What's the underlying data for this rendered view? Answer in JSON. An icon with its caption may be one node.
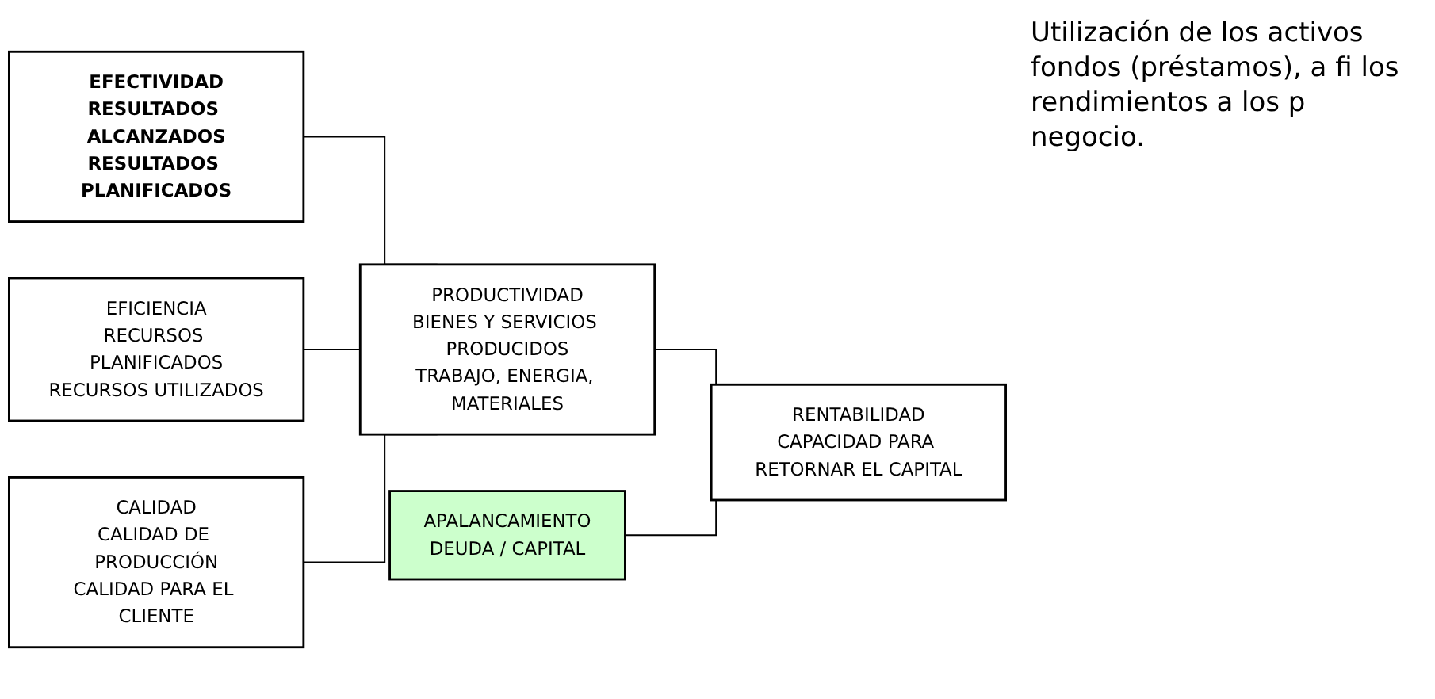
{
  "diagram": {
    "nodes": [
      {
        "text": [
          "EFECTIVIDAD",
          "RESULTADOS ALCANZADOS",
          "RESULTADOS PLANIFICADOS"
        ]
      },
      {
        "text": [
          "EFICIENCIA",
          "RECURSOS PLANIFICADOS",
          "RECURSOS UTILIZADOS"
        ]
      },
      {
        "text": [
          "CALIDAD",
          "CALIDAD DE PRODUCCIÓN",
          "CALIDAD PARA EL CLIENTE"
        ]
      },
      {
        "text": [
          "PRODUCTIVIDAD",
          "BIENES Y SERVICIOS PRODUCIDOS",
          "TRABAJO, ENERGIA, MATERIALES"
        ]
      },
      {
        "text": [
          "APALANCAMIENTO",
          "DEUDA / CAPITAL"
        ]
      },
      {
        "text": [
          "RENTABILIDAD",
          "CAPACIDAD PARA RETORNAR EL CAPITAL"
        ]
      }
    ],
    "edges": [
      {
        "from": 0,
        "to": 3,
        "arrow": "none"
      },
      {
        "from": 1,
        "to": 3,
        "arrow": "none"
      },
      {
        "from": 2,
        "to": 3,
        "arrow": "none"
      },
      {
        "from": 3,
        "to": 5,
        "arrow": "none"
      },
      {
        "from": 4,
        "to": 5,
        "arrow": "none"
      }
    ],
    "labels": [
      "Utilización de los activos fondos (préstamos), a fi los rendimientos a los p negocio."
    ]
  }
}
